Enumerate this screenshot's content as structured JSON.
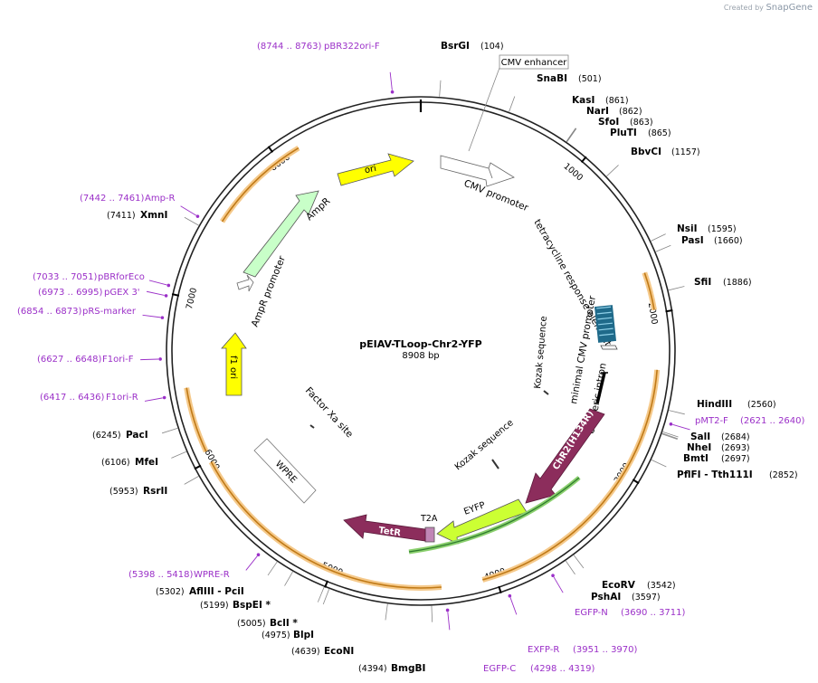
{
  "brand": {
    "prefix": "Created by",
    "name": "SnapGene"
  },
  "plasmid": {
    "name": "pEIAV-TLoop-Chr2-YFP",
    "size_label": "8908 bp",
    "length": 8908
  },
  "colors": {
    "primer": "#9b30c8",
    "orange": "#e7a033",
    "yellow": "#ffff00",
    "magenta": "#8c2d5c",
    "green_light": "#c8ffc8",
    "teal": "#1f6a8a",
    "lime": "#ccff33"
  },
  "ticks": [
    {
      "pos": 1000,
      "label": "1000"
    },
    {
      "pos": 2000,
      "label": "2000"
    },
    {
      "pos": 3000,
      "label": "3000"
    },
    {
      "pos": 4000,
      "label": "4000"
    },
    {
      "pos": 5000,
      "label": "5000"
    },
    {
      "pos": 6000,
      "label": "6000"
    },
    {
      "pos": 7000,
      "label": "7000"
    },
    {
      "pos": 8000,
      "label": "8000"
    }
  ],
  "sites_right": [
    {
      "name": "BsrGI",
      "pos": "(104)",
      "at": 104
    },
    {
      "name": "SnaBI",
      "pos": "(501)",
      "at": 501
    },
    {
      "name": "KasI",
      "pos": "(861)",
      "at": 861
    },
    {
      "name": "NarI",
      "pos": "(862)",
      "at": 862
    },
    {
      "name": "SfoI",
      "pos": "(863)",
      "at": 863
    },
    {
      "name": "PluTI",
      "pos": "(865)",
      "at": 865
    },
    {
      "name": "BbvCI",
      "pos": "(1157)",
      "at": 1157
    },
    {
      "name": "NsiI",
      "pos": "(1595)",
      "at": 1595
    },
    {
      "name": "PasI",
      "pos": "(1660)",
      "at": 1660
    },
    {
      "name": "SfiI",
      "pos": "(1886)",
      "at": 1886
    },
    {
      "name": "HindIII",
      "pos": "(2560)",
      "at": 2560
    },
    {
      "name": "SalI",
      "pos": "(2684)",
      "at": 2684
    },
    {
      "name": "NheI",
      "pos": "(2693)",
      "at": 2693
    },
    {
      "name": "BmtI",
      "pos": "(2697)",
      "at": 2697
    },
    {
      "name": "PflFI  - Tth111I",
      "pos": "(2852)",
      "at": 2852
    },
    {
      "name": "EcoRV",
      "pos": "(3542)",
      "at": 3542
    },
    {
      "name": "PshAI",
      "pos": "(3597)",
      "at": 3597
    }
  ],
  "sites_left": [
    {
      "name": "BmgBI",
      "pos": "(4394)",
      "at": 4394
    },
    {
      "name": "EcoNI",
      "pos": "(4639)",
      "at": 4639
    },
    {
      "name": "BlpI",
      "pos": "(4975)",
      "at": 4975
    },
    {
      "name": "BclI *",
      "pos": "(5005)",
      "at": 5005
    },
    {
      "name": "BspEI *",
      "pos": "(5199)",
      "at": 5199
    },
    {
      "name": "AflIII  - PciI",
      "pos": "(5302)",
      "at": 5302
    },
    {
      "name": "RsrII",
      "pos": "(5953)",
      "at": 5953
    },
    {
      "name": "MfeI",
      "pos": "(6106)",
      "at": 6106
    },
    {
      "name": "PacI",
      "pos": "(6245)",
      "at": 6245
    },
    {
      "name": "XmnI",
      "pos": "(7411)",
      "at": 7411
    }
  ],
  "primers": [
    {
      "name": "pBR322ori-F",
      "range": "(8744 .. 8763)",
      "at": 8753
    },
    {
      "name": "pMT2-F",
      "range": "(2621 .. 2640)",
      "at": 2630
    },
    {
      "name": "EGFP-N",
      "range": "(3690 .. 3711)",
      "at": 3700
    },
    {
      "name": "EXFP-R",
      "range": "(3951 .. 3970)",
      "at": 3960
    },
    {
      "name": "EGFP-C",
      "range": "(4298 .. 4319)",
      "at": 4308
    },
    {
      "name": "WPRE-R",
      "range": "(5398 .. 5418)",
      "at": 5408
    },
    {
      "name": "F1ori-R",
      "range": "(6417 .. 6436)",
      "at": 6426
    },
    {
      "name": "F1ori-F",
      "range": "(6627 .. 6648)",
      "at": 6637
    },
    {
      "name": "pRS-marker",
      "range": "(6854 .. 6873)",
      "at": 6863
    },
    {
      "name": "pGEX 3'",
      "range": "(6973 .. 6995)",
      "at": 6984
    },
    {
      "name": "pBRforEco",
      "range": "(7033 .. 7051)",
      "at": 7042
    },
    {
      "name": "Amp-R",
      "range": "(7442 .. 7461)",
      "at": 7451
    }
  ],
  "features": {
    "cmv_enhancer": "CMV enhancer",
    "cmv_promoter": "CMV promoter",
    "tre": "tetracycline response element",
    "min_cmv": "minimal CMV promoter",
    "chimeric_intron": "chimeric intron",
    "kozak_1": "Kozak sequence",
    "kozak_2": "Kozak sequence",
    "chr2": "ChR2(H134R)",
    "eyfp": "EYFP",
    "t2a": "T2A",
    "tetr": "TetR",
    "wpre": "WPRE",
    "factor_xa": "Factor Xa site",
    "f1_ori": "f1 ori",
    "ampr_promoter": "AmpR promoter",
    "ampr": "AmpR",
    "ori": "ori"
  }
}
